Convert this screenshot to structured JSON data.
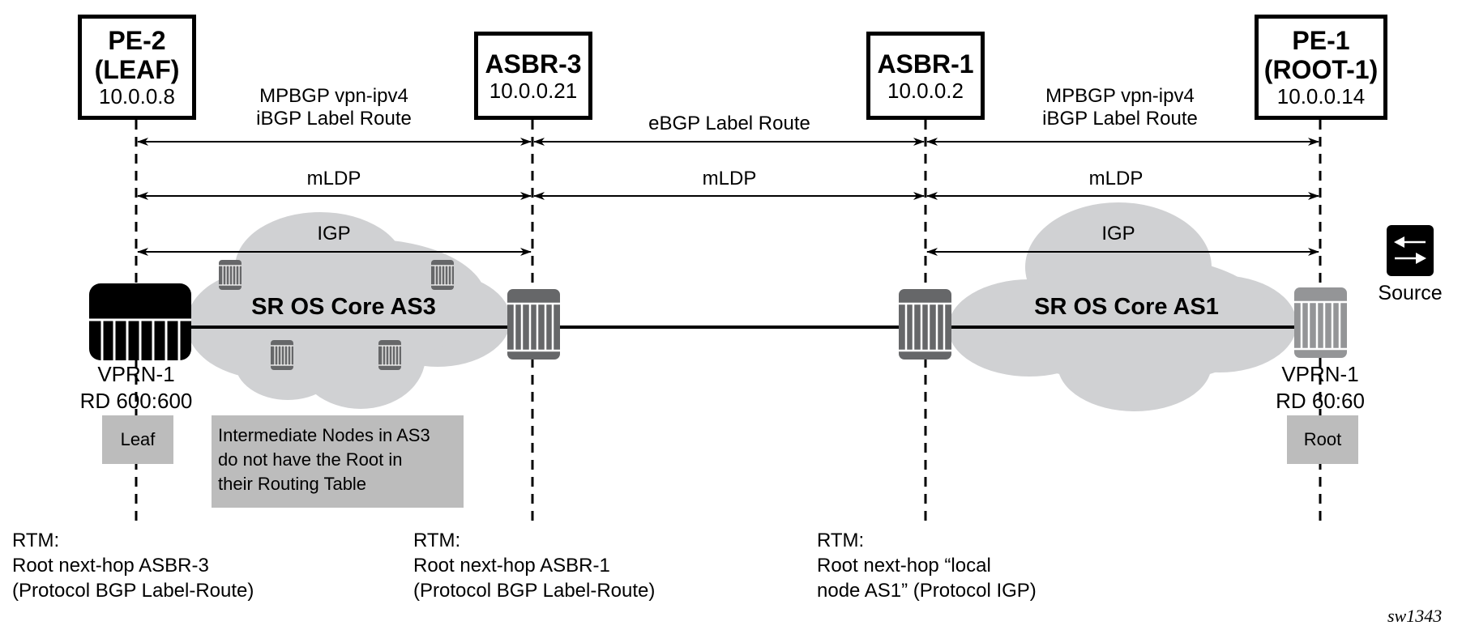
{
  "nodes": [
    {
      "id": "pe2",
      "name_line1": "PE-2",
      "name_line2": "(LEAF)",
      "ip": "10.0.0.8"
    },
    {
      "id": "asbr3",
      "name_line1": "ASBR-3",
      "ip": "10.0.0.21"
    },
    {
      "id": "asbr1",
      "name_line1": "ASBR-1",
      "ip": "10.0.0.2"
    },
    {
      "id": "pe1",
      "name_line1": "PE-1",
      "name_line2": "(ROOT-1)",
      "ip": "10.0.0.14"
    }
  ],
  "sessions": {
    "bgp": [
      {
        "line1": "MPBGP vpn-ipv4",
        "line2": "iBGP Label Route"
      },
      {
        "line1": "eBGP Label Route"
      },
      {
        "line1": "MPBGP vpn-ipv4",
        "line2": "iBGP Label Route"
      }
    ],
    "mldp": [
      "mLDP",
      "mLDP",
      "mLDP"
    ],
    "igp": [
      "IGP",
      "IGP"
    ]
  },
  "clouds": {
    "as3": "SR OS Core AS3",
    "as1": "SR OS Core AS1"
  },
  "vprn": {
    "leaf": {
      "line1": "VPRN-1",
      "line2": "RD 600:600"
    },
    "root": {
      "line1": "VPRN-1",
      "line2": "RD 60:60"
    }
  },
  "tags": {
    "leaf": "Leaf",
    "root": "Root"
  },
  "note": {
    "line1": "Intermediate Nodes in AS3",
    "line2": "do not have the Root in",
    "line3": "their Routing Table"
  },
  "source": {
    "label": "Source",
    "icon": "source-arrows-icon"
  },
  "rtm": [
    {
      "line1": "RTM:",
      "line2": "Root next-hop ASBR-3",
      "line3": "(Protocol BGP Label-Route)"
    },
    {
      "line1": "RTM:",
      "line2": "Root next-hop ASBR-1",
      "line3": "(Protocol BGP Label-Route)"
    },
    {
      "line1": "RTM:",
      "line2": "Root next-hop “local",
      "line3": "node AS1” (Protocol IGP)"
    }
  ],
  "figure_id": "sw1343",
  "colors": {
    "cloud": "#d0d1d3",
    "router_dark": "#666769",
    "router_light": "#949597",
    "tag_bg": "#bcbcbc",
    "leaf_router": "#000000"
  }
}
